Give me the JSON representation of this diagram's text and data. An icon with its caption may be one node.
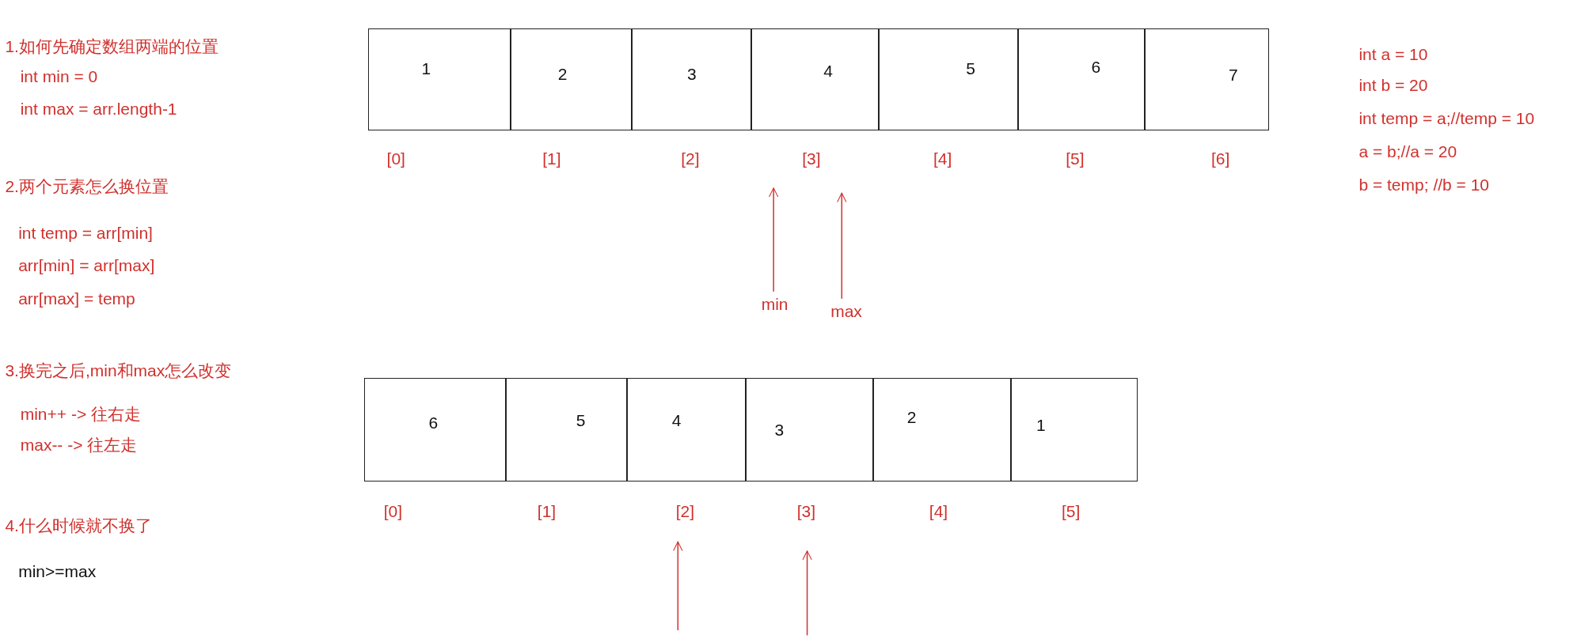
{
  "diagram": {
    "nodes": [
      {
        "text": [
          "1"
        ]
      },
      {
        "text": [
          "2"
        ]
      },
      {
        "text": [
          "3"
        ]
      },
      {
        "text": [
          "4"
        ]
      },
      {
        "text": [
          "5"
        ]
      },
      {
        "text": [
          "6"
        ]
      },
      {
        "text": [
          "7"
        ]
      },
      {
        "text": [
          "6"
        ]
      },
      {
        "text": [
          "5"
        ]
      },
      {
        "text": [
          "4"
        ]
      },
      {
        "text": [
          "3"
        ]
      },
      {
        "text": [
          "2"
        ]
      },
      {
        "text": [
          "1"
        ]
      },
      {
        "text": [
          "min"
        ]
      },
      {
        "text": [
          "max"
        ]
      }
    ],
    "edges": [
      {
        "from": 13,
        "to": null,
        "arrow": "to"
      },
      {
        "from": 14,
        "to": null,
        "arrow": "to"
      }
    ],
    "labels": [
      "1.如何先确定数组两端的位置",
      "int min = 0",
      "int max = arr.length-1",
      "2.两个元素怎么换位置",
      "int temp = arr[min]",
      "arr[min] = arr[max]",
      "arr[max] = temp",
      "3.换完之后,min和max怎么改变",
      "min++ -> 往右走",
      "max-- -> 往左走",
      "4.什么时候就不换了",
      "min>=max",
      "int a = 10",
      "int b = 20",
      "int temp = a;//temp = 10",
      "a = b;//a = 20",
      "b = temp; //b = 10",
      "[0]",
      "[1]",
      "[2]",
      "[3]",
      "[4]",
      "[5]",
      "[6]",
      "[0]",
      "[1]",
      "[2]",
      "[3]",
      "[4]",
      "[5]"
    ]
  }
}
